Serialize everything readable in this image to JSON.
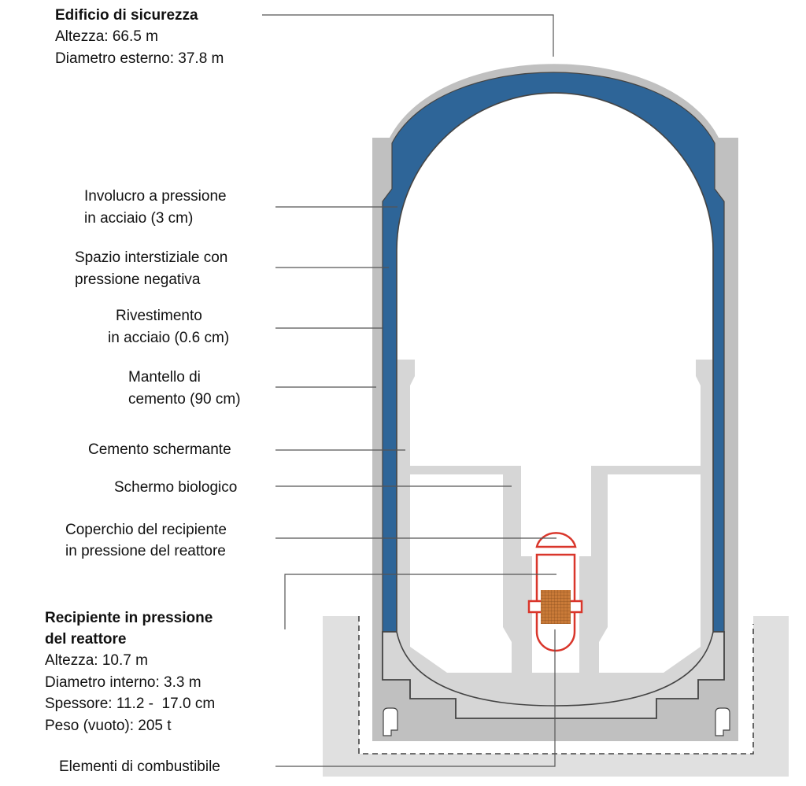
{
  "building": {
    "title": "Edificio di sicurezza",
    "height": "Altezza: 66.5 m",
    "diameter": "Diametro esterno: 37.8 m"
  },
  "labels": {
    "involucro_1": "Involucro a pressione",
    "involucro_2": "in acciaio (3 cm)",
    "spazio_1": "Spazio interstiziale con",
    "spazio_2": "pressione negativa",
    "rivestimento_1": "Rivestimento",
    "rivestimento_2": "in acciaio (0.6 cm)",
    "mantello_1": "Mantello di",
    "mantello_2": "cemento (90 cm)",
    "cemento_schermante": "Cemento schermante",
    "schermo_biologico": "Schermo biologico",
    "coperchio_1": "Coperchio del recipiente",
    "coperchio_2": "in pressione del reattore",
    "elementi": "Elementi di combustibile"
  },
  "vessel": {
    "title_1": "Recipiente in pressione",
    "title_2": "del reattore",
    "height": "Altezza: 10.7 m",
    "diameter": "Diametro interno: 3.3 m",
    "thickness": "Spessore: 11.2 -  17.0 cm",
    "weight": "Peso (vuoto): 205 t"
  },
  "colors": {
    "steel_shell": "#2e6598",
    "concrete_dark": "#c0c0c0",
    "concrete_light": "#d6d6d6",
    "foundation": "#e0e0e0",
    "reactor": "#d9362b",
    "core": "#c97a38"
  }
}
